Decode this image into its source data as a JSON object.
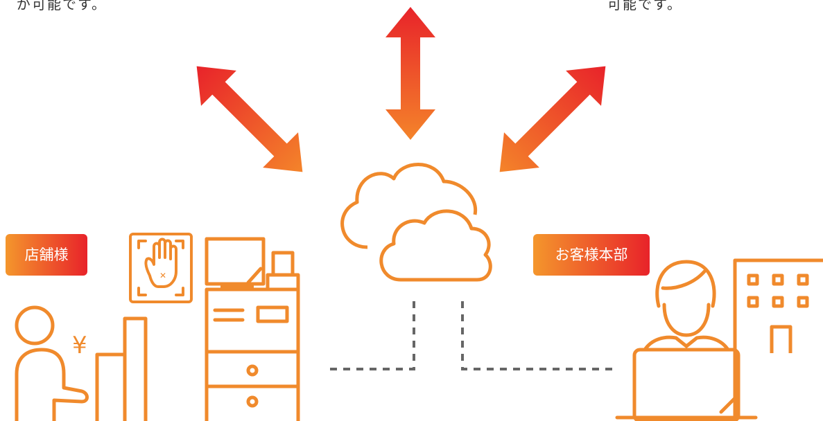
{
  "top_texts": {
    "left": "が可能です。",
    "right": "可能です。"
  },
  "labels": {
    "store": "店舗様",
    "hq": "お客様本部"
  },
  "icons": {
    "yen": "¥",
    "palm_glyph": "✕"
  },
  "colors": {
    "line_orange": "#f08a2c",
    "grad_start": "#f29b2d",
    "grad_end": "#e8232a",
    "text": "#333333"
  }
}
